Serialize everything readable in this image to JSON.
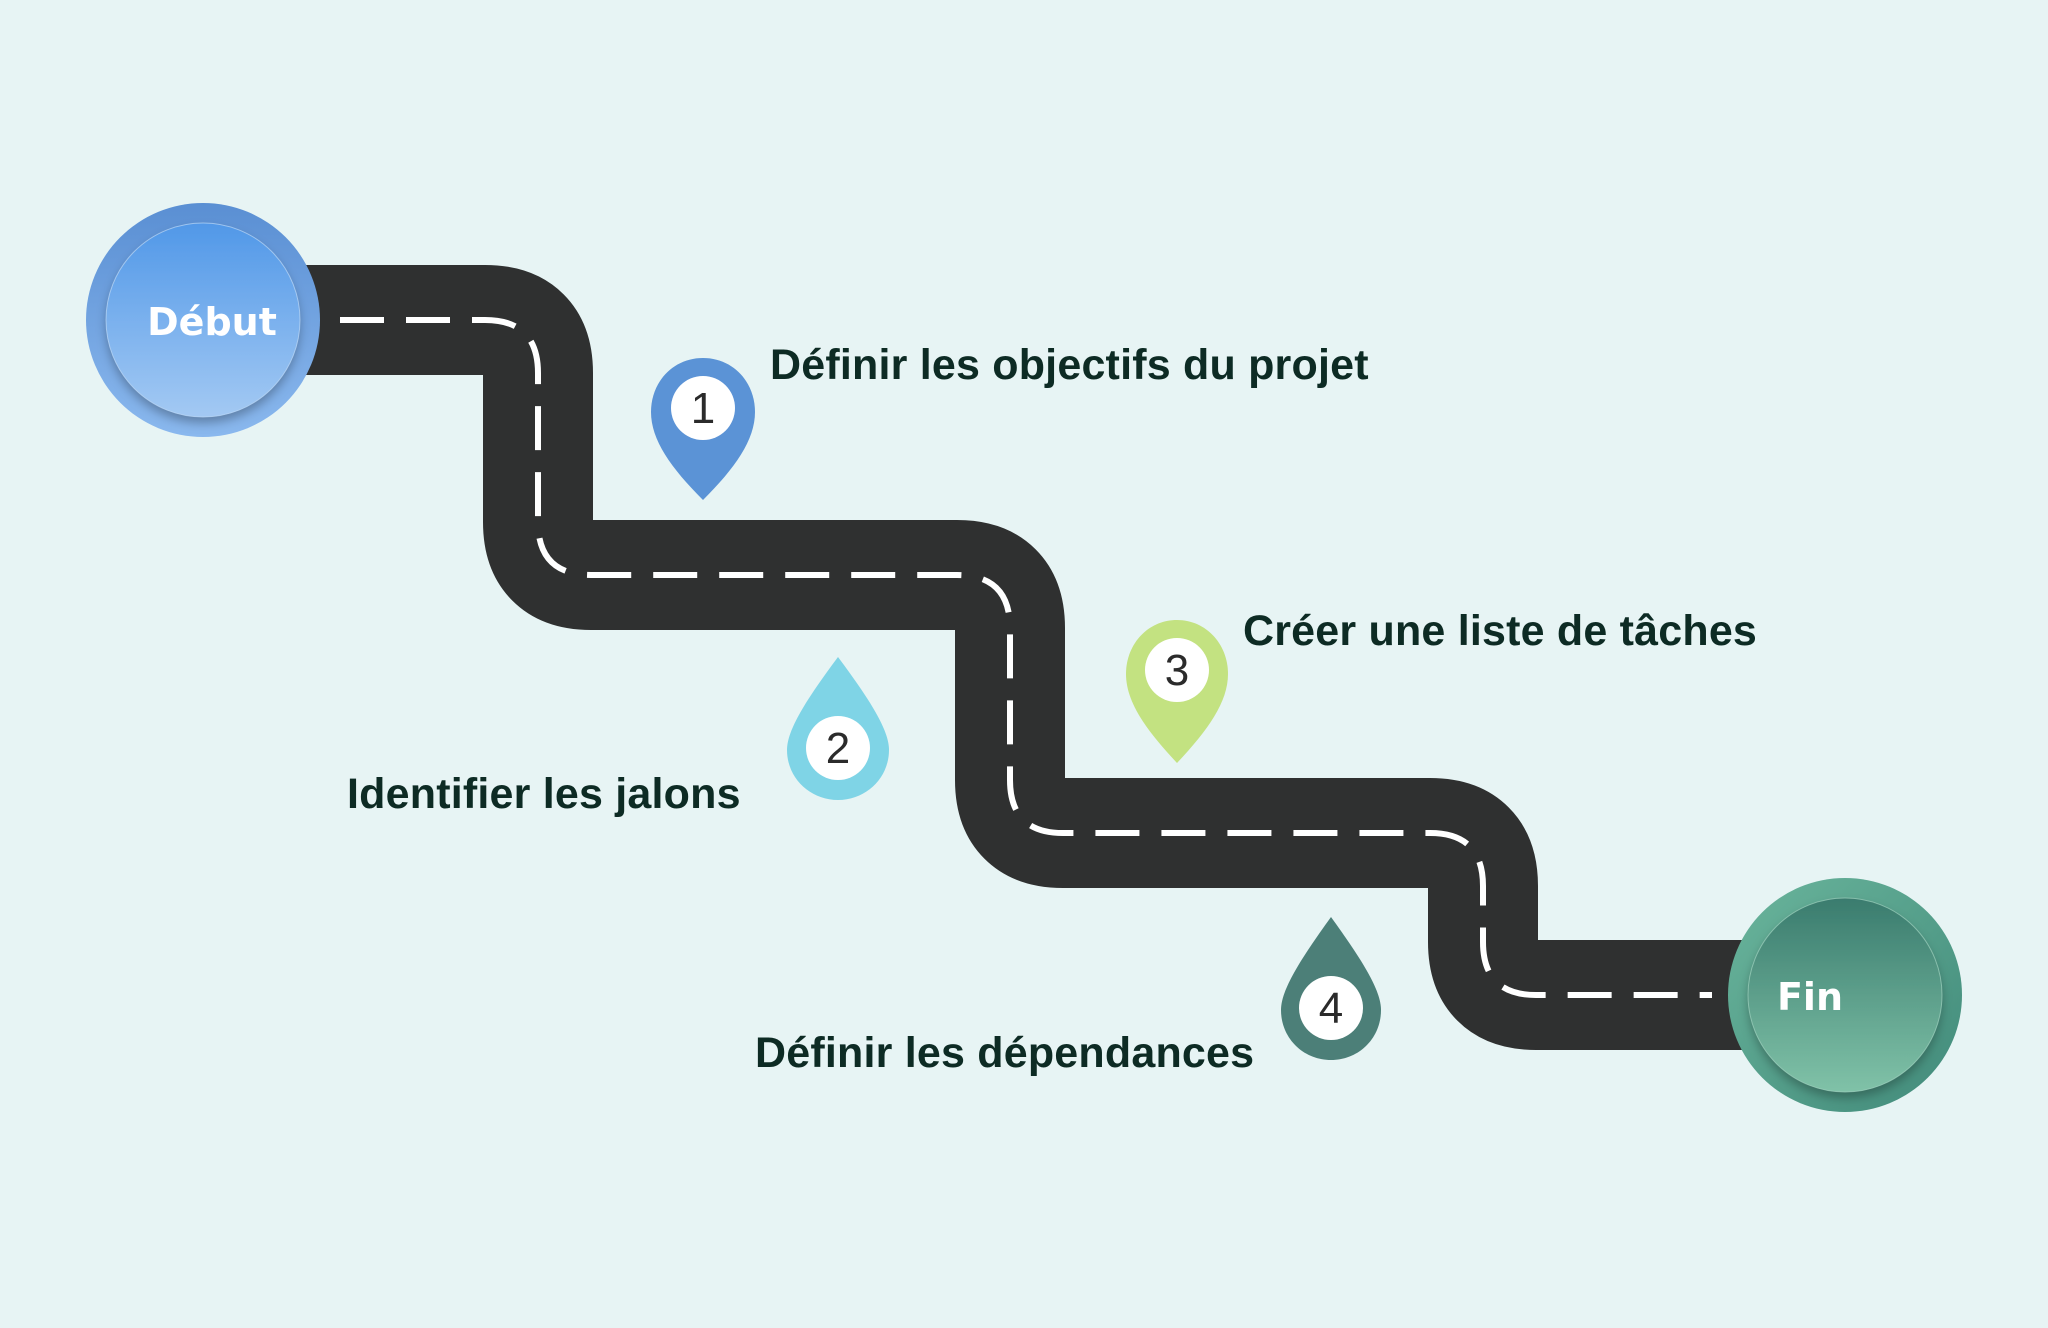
{
  "diagram": {
    "type": "roadmap",
    "background": "#e7f4f4",
    "road": {
      "color": "#2f3030",
      "dash_color": "#ffffff"
    },
    "start": {
      "label": "Début",
      "color_outer": "#5e94d8",
      "color_inner_top": "#5198e8",
      "color_inner_bottom": "#a3c9f3"
    },
    "end": {
      "label": "Fin",
      "color_outer": "#5aa690",
      "color_inner_top": "#3a7c6e",
      "color_inner_bottom": "#80c2a8"
    },
    "steps": [
      {
        "number": "1",
        "label": "Définir les objectifs du projet",
        "marker": "pin-down",
        "color": "#5b93d6"
      },
      {
        "number": "2",
        "label": "Identifier les jalons",
        "marker": "drop-up",
        "color": "#7fd4e6"
      },
      {
        "number": "3",
        "label": "Créer une liste de tâches",
        "marker": "pin-down",
        "color": "#c3e281"
      },
      {
        "number": "4",
        "label": "Définir les dépendances",
        "marker": "drop-up",
        "color": "#4c7f78"
      }
    ]
  }
}
